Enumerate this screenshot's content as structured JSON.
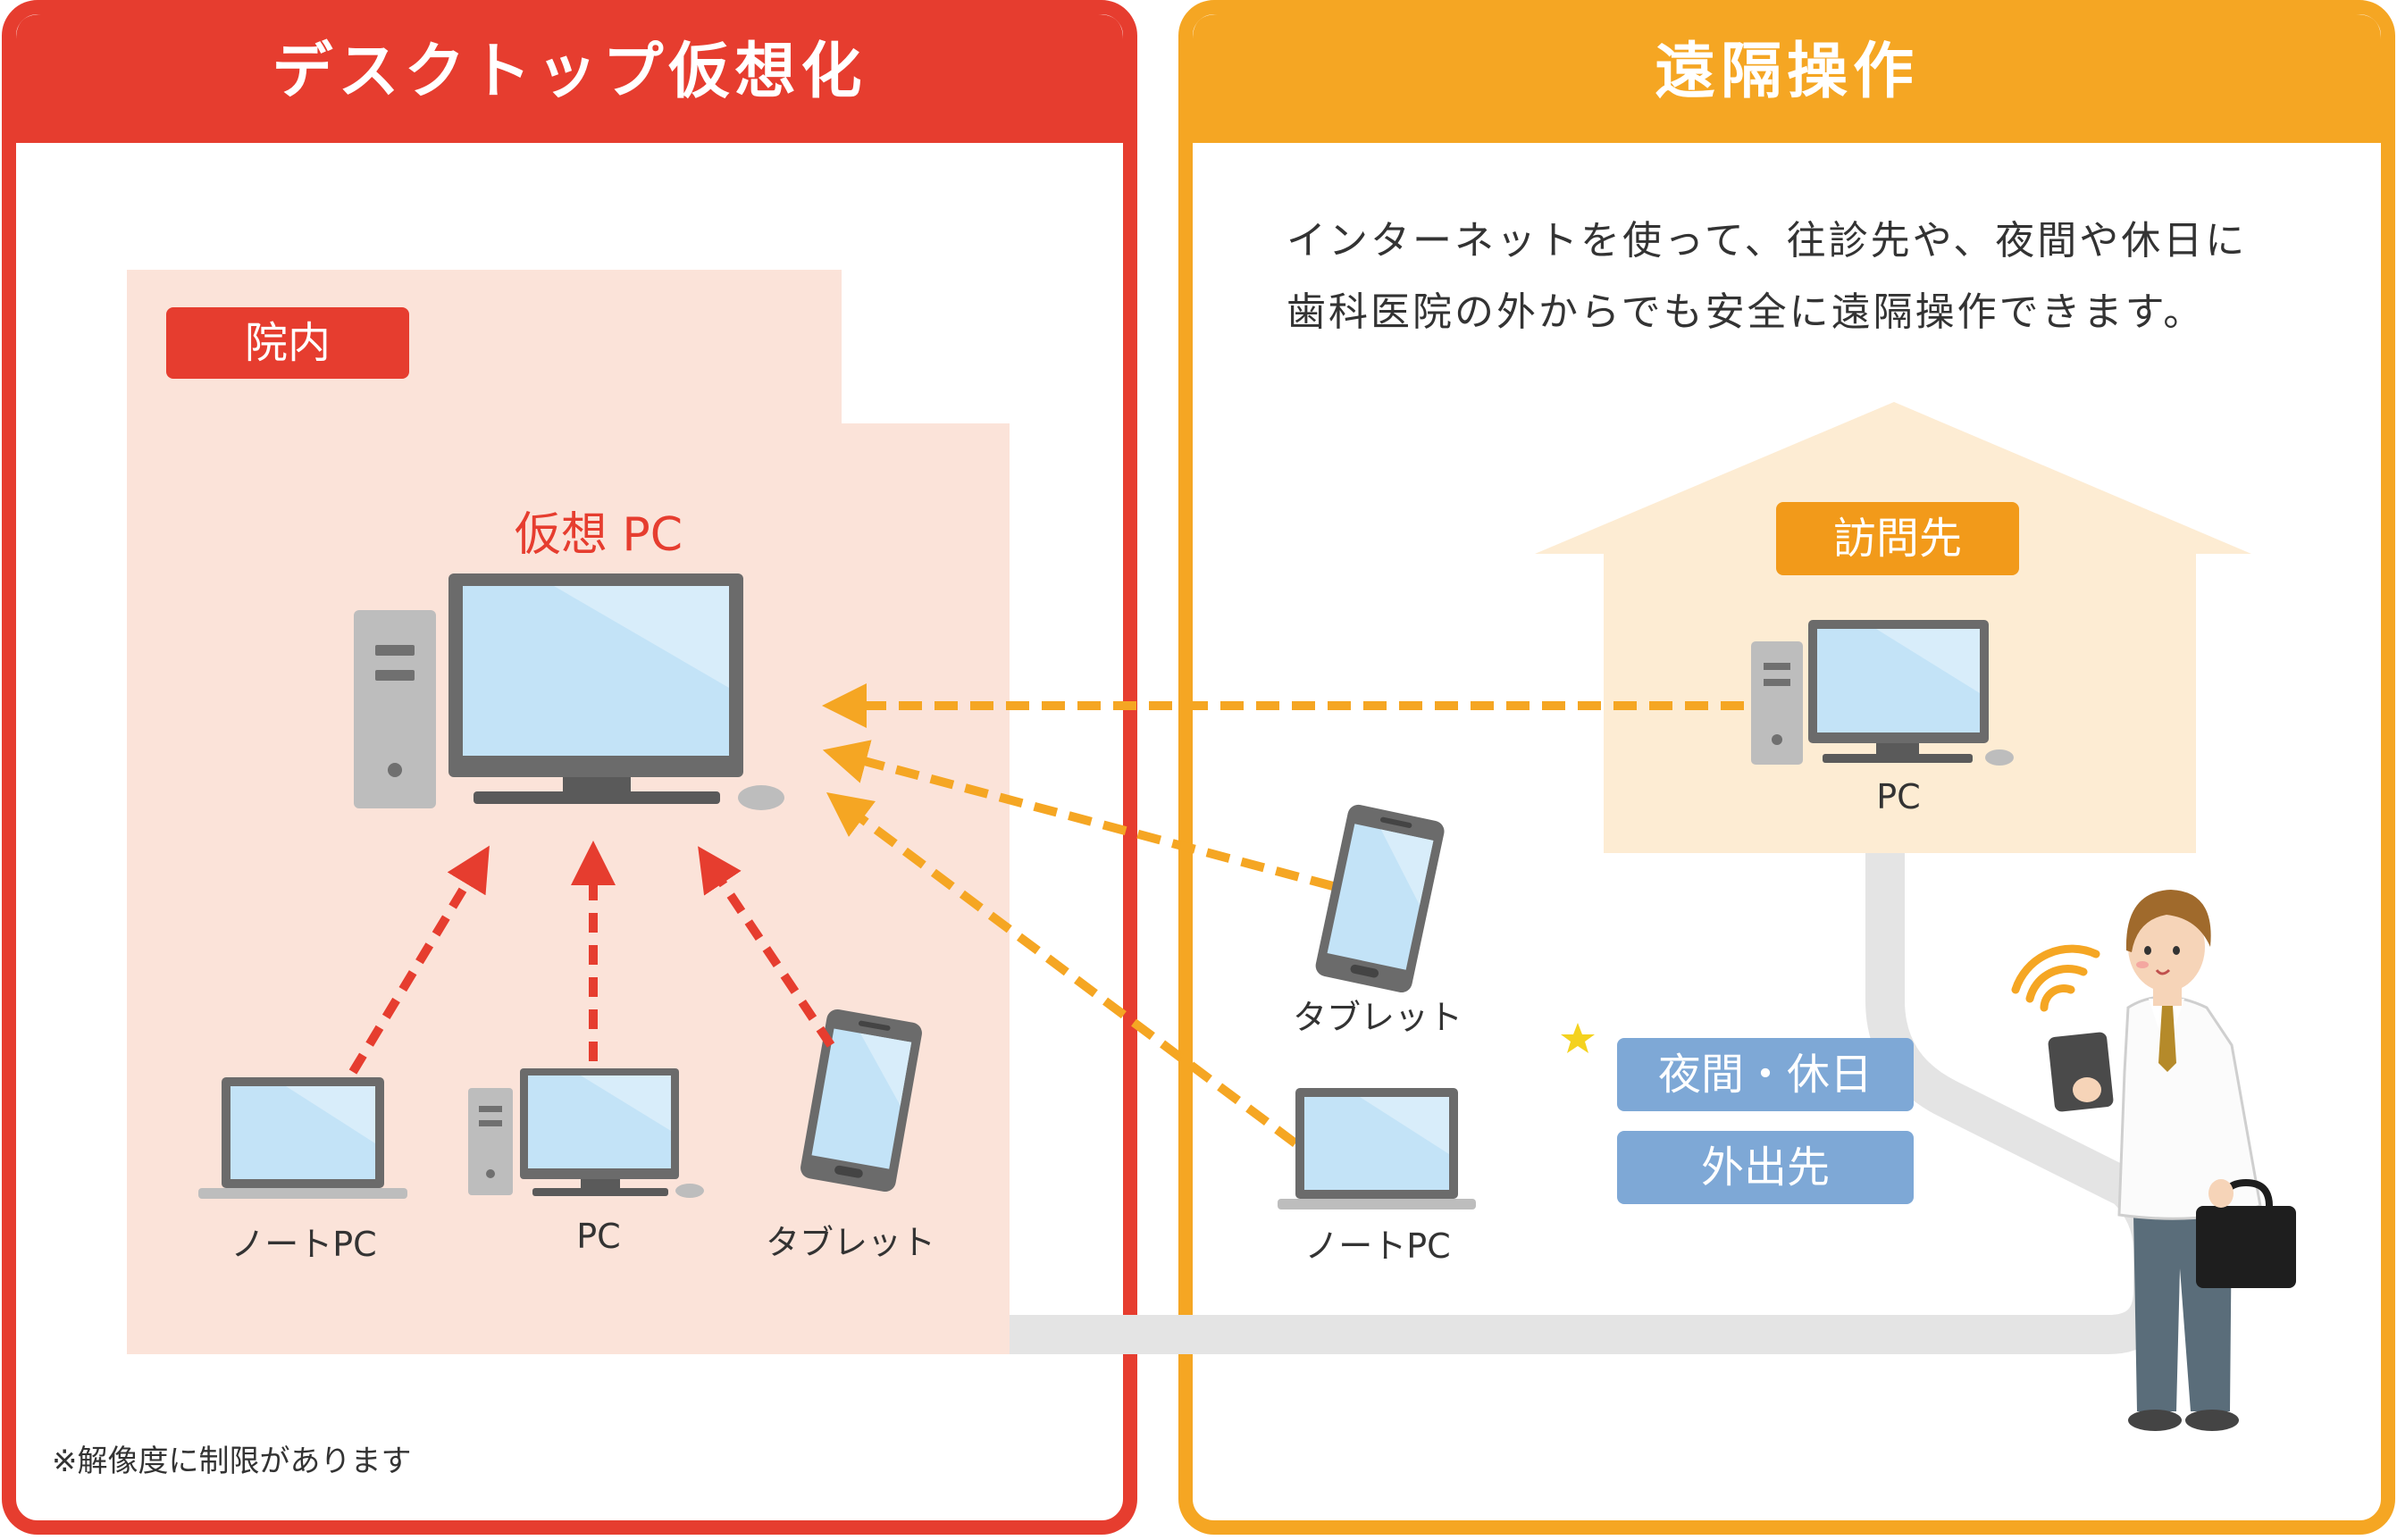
{
  "left_panel": {
    "title": "デスクトップ仮想化",
    "area_label": "院内",
    "center_label": "仮想 PC",
    "devices": [
      "ノートPC",
      "PC",
      "タブレット"
    ],
    "note": "※解像度に制限があります"
  },
  "right_panel": {
    "title": "遠隔操作",
    "description_line1": "インターネットを使って、往診先や、夜間や休日に",
    "description_line2": "歯科医院の外からでも安全に遠隔操作できます。",
    "house_label": "訪問先",
    "house_device": "PC",
    "devices": [
      "タブレット",
      "ノートPC"
    ],
    "badges": [
      "夜間・休日",
      "外出先"
    ]
  },
  "colors": {
    "red": "#e63d2f",
    "orange": "#f5a623",
    "pink_bg": "#fbe3d9",
    "house_bg": "#fdecd3",
    "blue_badge": "#7ea8d6",
    "road": "#e4e4e4"
  }
}
